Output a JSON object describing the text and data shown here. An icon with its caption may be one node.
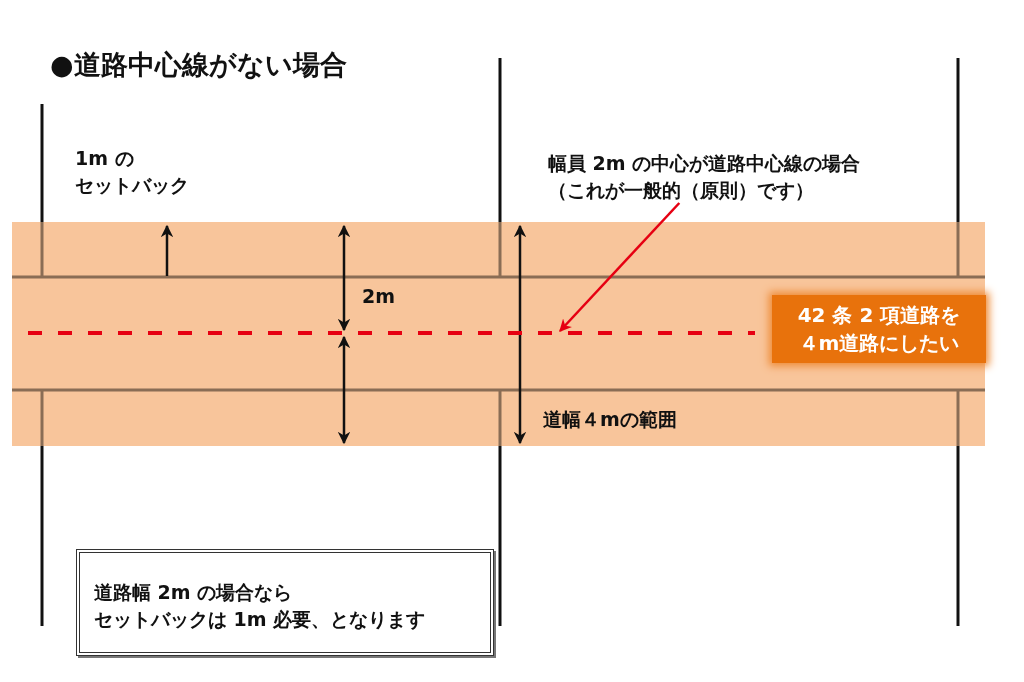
{
  "diagram": {
    "title": "●道路中心線がない場合",
    "nodes": [
      {
        "text": [
          "幅員 2m の中心が道路中心線の場合（これが一般的（原則）です）"
        ]
      },
      {
        "text": [
          "42 条 2 項道路を４m道路にしたい"
        ]
      },
      {
        "text": [
          "道路幅 2m の場合ならセットバックは 1m 必要、となります"
        ]
      },
      {
        "text": [],
        "shape": "line"
      }
    ],
    "edges": [
      {
        "from": 0,
        "to": 3,
        "arrow": "to",
        "color": "#e60012"
      }
    ],
    "labels": [
      "1m のセットバック",
      "2m",
      "道幅４mの範囲"
    ]
  }
}
